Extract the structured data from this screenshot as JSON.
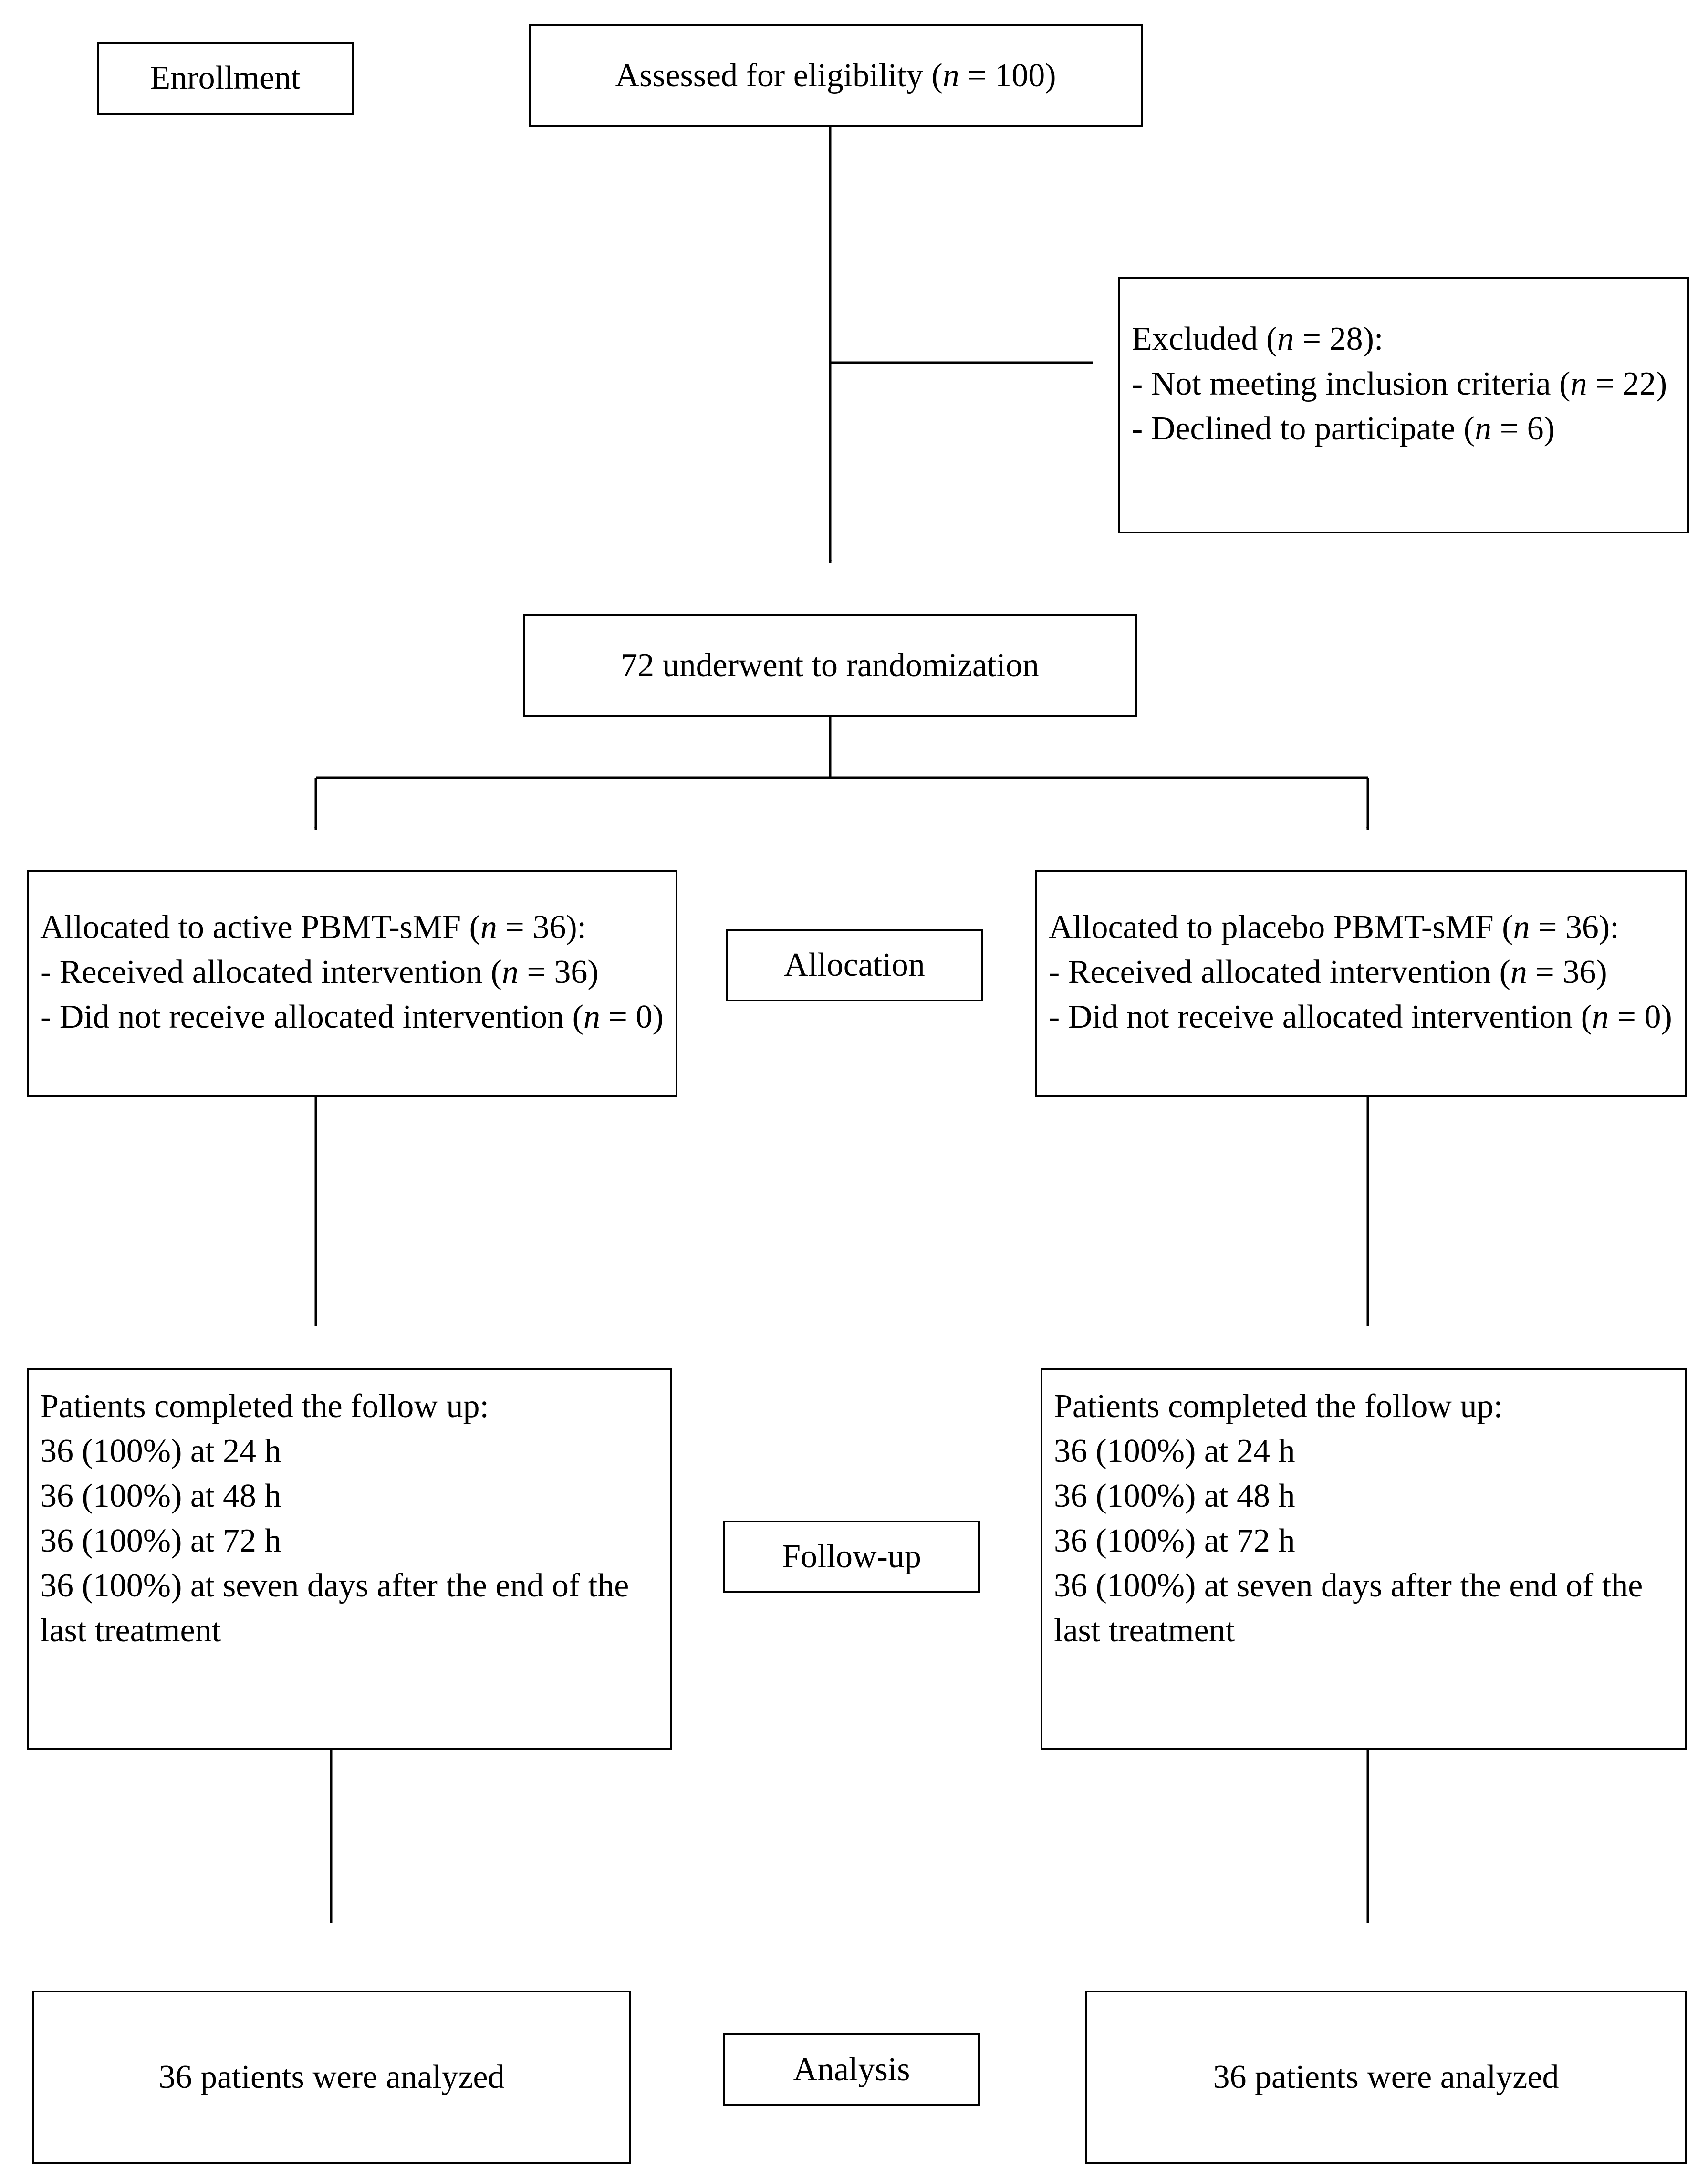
{
  "stages": {
    "enrollment": "Enrollment",
    "allocation": "Allocation",
    "follow_up": "Follow-up",
    "analysis": "Analysis"
  },
  "assessed": {
    "prefix": "Assessed for eligibility (",
    "n": "n",
    "suffix": " = 100)"
  },
  "excluded": {
    "title": {
      "prefix": "Excluded (",
      "n": "n",
      "suffix": " = 28):"
    },
    "items": [
      {
        "prefix": "- Not meeting inclusion criteria (",
        "n": "n",
        "suffix": " = 22)"
      },
      {
        "prefix": "- Declined to participate (",
        "n": "n",
        "suffix": " = 6)"
      }
    ]
  },
  "randomization": "72 underwent to randomization",
  "allocation_arms": {
    "active": {
      "title": {
        "prefix": "Allocated to active PBMT-sMF (",
        "n": "n",
        "suffix": " = 36):"
      },
      "items": [
        {
          "prefix": "- Received allocated intervention (",
          "n": "n",
          "suffix": " = 36)"
        },
        {
          "prefix": "- Did not receive allocated intervention (",
          "n": "n",
          "suffix": " = 0)"
        }
      ]
    },
    "placebo": {
      "title": {
        "prefix": "Allocated to placebo PBMT-sMF (",
        "n": "n",
        "suffix": " = 36):"
      },
      "items": [
        {
          "prefix": "- Received allocated intervention (",
          "n": "n",
          "suffix": " = 36)"
        },
        {
          "prefix": "- Did not receive allocated intervention (",
          "n": "n",
          "suffix": " = 0)"
        }
      ]
    }
  },
  "followup_arms": {
    "active": {
      "title": "Patients completed the follow up:",
      "items": [
        "36 (100%) at 24 h",
        "36 (100%) at 48 h",
        "36 (100%) at 72 h",
        "36 (100%) at seven days after the end of the last treatment"
      ]
    },
    "placebo": {
      "title": "Patients completed the follow up:",
      "items": [
        "36 (100%) at 24 h",
        "36 (100%) at 48 h",
        "36 (100%) at 72 h",
        "36 (100%) at seven days after the end of the last treatment"
      ]
    }
  },
  "analysis_arms": {
    "active": "36 patients were analyzed",
    "placebo": "36 patients were analyzed"
  }
}
